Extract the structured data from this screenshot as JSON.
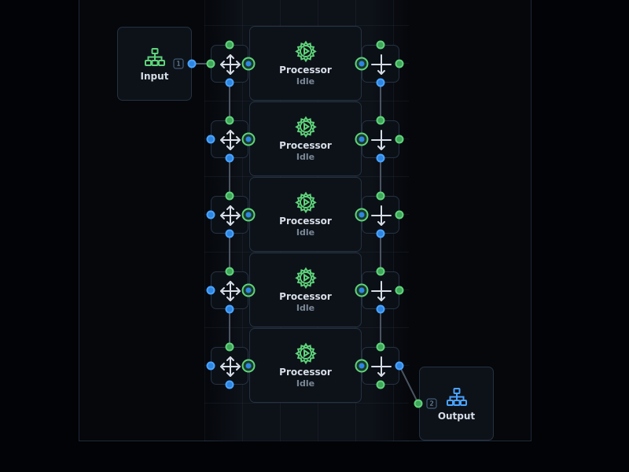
{
  "colors": {
    "green": "#5fd37a",
    "blue": "#4aa3ff",
    "node_bg": "#0d1219",
    "wire": "#4b5563"
  },
  "input_node": {
    "label": "Input",
    "icon": "sitemap-icon",
    "badge": "1"
  },
  "output_node": {
    "label": "Output",
    "icon": "sitemap-icon",
    "badge": "2"
  },
  "processors": [
    {
      "title": "Processor",
      "status": "Idle",
      "icon": "gear-play-icon"
    },
    {
      "title": "Processor",
      "status": "Idle",
      "icon": "gear-play-icon"
    },
    {
      "title": "Processor",
      "status": "Idle",
      "icon": "gear-play-icon"
    },
    {
      "title": "Processor",
      "status": "Idle",
      "icon": "gear-play-icon"
    },
    {
      "title": "Processor",
      "status": "Idle",
      "icon": "gear-play-icon"
    }
  ],
  "hubs": {
    "left_icon": "split-arrows-icon",
    "right_icon": "merge-arrows-icon"
  }
}
